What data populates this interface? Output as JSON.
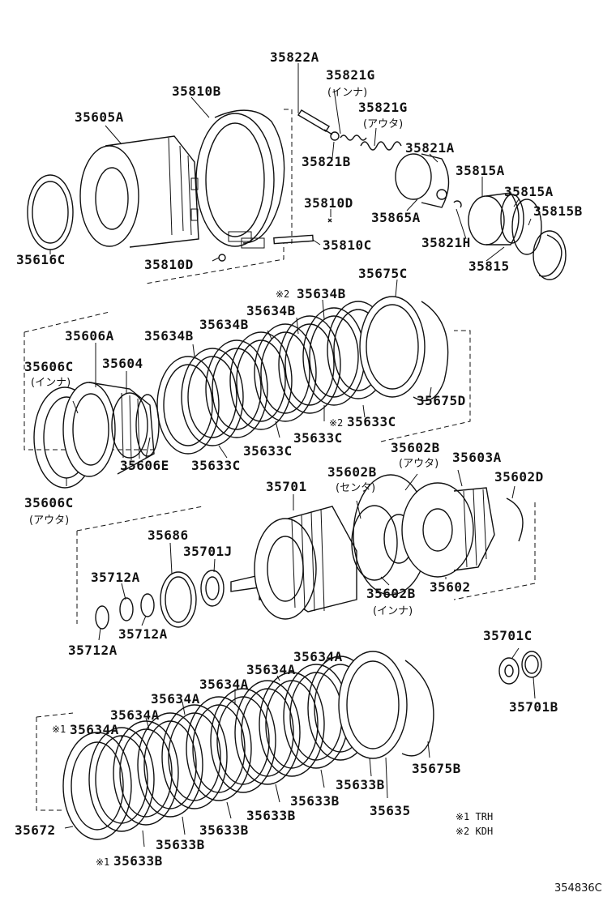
{
  "labels": {
    "p35822A": "35822A",
    "p35821G_1": "35821G",
    "p35821G_1_sub": "(インナ)",
    "p35821G_2": "35821G",
    "p35821G_2_sub": "(アウタ)",
    "p35810B": "35810B",
    "p35605A": "35605A",
    "p35821B": "35821B",
    "p35821A": "35821A",
    "p35815A_1": "35815A",
    "p35815A_2": "35815A",
    "p35815B": "35815B",
    "p35810D_1": "35810D",
    "p35865A": "35865A",
    "p35821H": "35821H",
    "p35815": "35815",
    "p35810C": "35810C",
    "p35616C": "35616C",
    "p35810D_2": "35810D",
    "p35675C": "35675C",
    "p35634B_1": "35634B",
    "p35634B_2": "35634B",
    "p35634B_3": "35634B",
    "p35634B_4": "35634B",
    "p35606A": "35606A",
    "p35606C_1": "35606C",
    "p35606C_1_sub": "(インナ)",
    "p35604": "35604",
    "p35675D": "35675D",
    "p35633C_1": "35633C",
    "p35633C_2": "35633C",
    "p35633C_3": "35633C",
    "p35633C_4": "35633C",
    "p35606E": "35606E",
    "p35606C_2": "35606C",
    "p35606C_2_sub": "(アウタ)",
    "p35602B_1": "35602B",
    "p35602B_1_sub": "(アウタ)",
    "p35603A": "35603A",
    "p35701": "35701",
    "p35602B_2": "35602B",
    "p35602B_2_sub": "(センタ)",
    "p35602D": "35602D",
    "p35686": "35686",
    "p35701J": "35701J",
    "p35712A_1": "35712A",
    "p35712A_2": "35712A",
    "p35712A_3": "35712A",
    "p35602B_3": "35602B",
    "p35602B_3_sub": "(インナ)",
    "p35602": "35602",
    "p35701C": "35701C",
    "p35701B": "35701B",
    "p35634A_1": "35634A",
    "p35634A_2": "35634A",
    "p35634A_3": "35634A",
    "p35634A_4": "35634A",
    "p35634A_5": "35634A",
    "p35634A_6": "35634A",
    "p35675B": "35675B",
    "p35633B_1": "35633B",
    "p35633B_2": "35633B",
    "p35633B_3": "35633B",
    "p35633B_4": "35633B",
    "p35633B_5": "35633B",
    "p35633B_6": "35633B",
    "p35635": "35635",
    "p35672": "35672"
  },
  "marks": {
    "m2_top": "※2",
    "m2_mid": "※2",
    "m1_top": "※1",
    "m1_bot": "※1"
  },
  "legend": {
    "note1": "※1 TRH",
    "note2": "※2 KDH"
  },
  "diagram_code": "354836C"
}
